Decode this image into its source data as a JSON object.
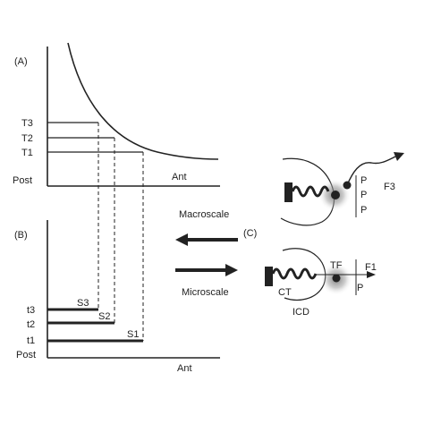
{
  "panels": {
    "a": "(A)",
    "b": "(B)",
    "c": "(C)"
  },
  "panel_a": {
    "levels": [
      "T3",
      "T2",
      "T1"
    ],
    "y_label": "Post",
    "x_label": "Ant"
  },
  "panel_b": {
    "levels": [
      "t3",
      "t2",
      "t1"
    ],
    "bar_labels": [
      "S3",
      "S2",
      "S1"
    ],
    "y_label": "Post",
    "x_label": "Ant"
  },
  "arrows": {
    "left_label": "Macroscale",
    "right_label": "Microscale"
  },
  "panel_c": {
    "top": {
      "force": "F3",
      "p_marks": [
        "P",
        "P",
        "P"
      ]
    },
    "bottom": {
      "factor": "TF",
      "force": "F1",
      "p_mark": "P",
      "cell": "CT",
      "domain": "ICD"
    }
  },
  "colors": {
    "ink": "#222222",
    "halo": "#7a7a7a"
  }
}
